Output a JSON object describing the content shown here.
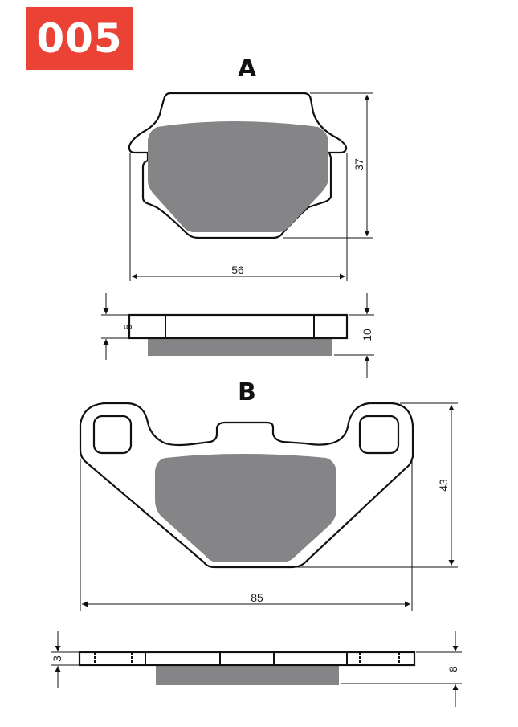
{
  "badge": {
    "code": "005",
    "color": "#ea4335"
  },
  "diagram": {
    "colors": {
      "friction_material": "#858587",
      "outline": "#111111"
    },
    "view_a": {
      "label": "A",
      "width_mm": "56",
      "height_mm": "37",
      "backplate_thickness_mm": "5",
      "total_thickness_mm": "10"
    },
    "view_b": {
      "label": "B",
      "width_mm": "85",
      "height_mm": "43",
      "backplate_thickness_mm": "3",
      "total_thickness_mm": "8"
    }
  }
}
